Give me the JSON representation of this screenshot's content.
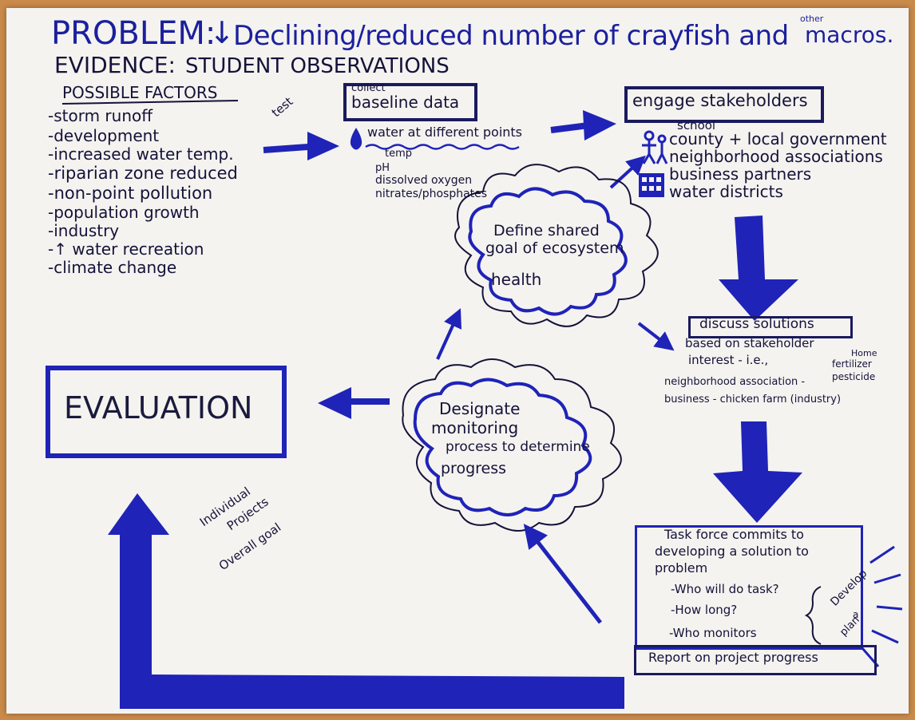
{
  "problem": {
    "label": "PROBLEM:",
    "arrow_glyph": "↓",
    "text": "Declining/reduced number of crayfish and",
    "superscript": "other",
    "text_end": "macros."
  },
  "evidence": {
    "label": "EVIDENCE:",
    "text": "STUDENT OBSERVATIONS"
  },
  "factors": {
    "heading": "POSSIBLE FACTORS",
    "items": [
      "-storm runoff",
      "-development",
      "-increased water temp.",
      "-riparian zone reduced",
      "-non-point pollution",
      "-population growth",
      "-industry",
      "-↑ water recreation",
      "-climate change"
    ]
  },
  "test_label": "test",
  "baseline": {
    "title_small": "collect",
    "title": "baseline data",
    "sub": "water at different points",
    "items": [
      "temp",
      "pH",
      "dissolved oxygen",
      "nitrates/phosphates"
    ]
  },
  "stakeholders": {
    "title": "engage stakeholders",
    "items": [
      "school",
      "county + local government",
      "neighborhood associations",
      "business partners",
      "water districts"
    ]
  },
  "goal_cloud": {
    "line1": "Define shared",
    "line2": "goal of ecosystem",
    "line3": "health"
  },
  "discuss": {
    "title": "discuss solutions",
    "line1": "based on stakeholder",
    "line2": "interest - i.e.,",
    "note_top": "Home",
    "note_mid": "fertilizer",
    "note_bot": "pesticide",
    "row1": "neighborhood association -",
    "row2": "business - chicken farm (industry)"
  },
  "evaluation": {
    "label": "EVALUATION"
  },
  "monitor_cloud": {
    "line1": "Designate",
    "line2": "monitoring",
    "line3": "process to determine",
    "line4": "progress"
  },
  "individual": {
    "line1": "Individual",
    "line2": "Projects",
    "line3": "Overall goal"
  },
  "taskforce": {
    "line1": "Task force commits to",
    "line2": "developing a solution to",
    "line3": "problem",
    "items": [
      "-Who will do task?",
      "-How long?",
      "-Who monitors"
    ],
    "report": "Report on project progress",
    "plan_line1": "Develop",
    "plan_line2": "a",
    "plan_line3": "plan"
  },
  "colors": {
    "marker_blue": "#1f23b8",
    "ink": "#15123a",
    "paper": "#f4f3ef",
    "board": "#c98a4a"
  }
}
